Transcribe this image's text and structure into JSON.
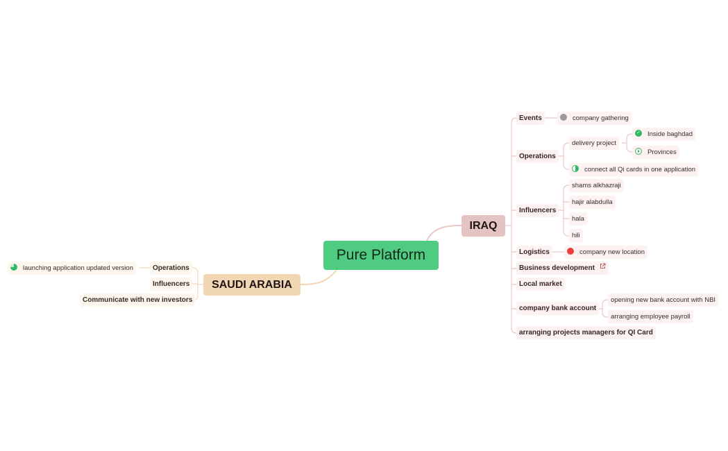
{
  "root": {
    "label": "Pure Platform"
  },
  "colors": {
    "root": "#4fcc82",
    "iraq": "#e3c4c3",
    "saudi": "#f2d7b5",
    "iraq_line": "#e8c7c6",
    "saudi_line": "#f3d8b6"
  },
  "iraq": {
    "label": "IRAQ",
    "events": {
      "label": "Events",
      "items": [
        {
          "label": "company gathering",
          "marker": "gray-dot-icon"
        }
      ]
    },
    "operations": {
      "label": "Operations",
      "delivery": {
        "label": "delivery project",
        "items": [
          {
            "label": "Inside baghdad",
            "marker": "check-icon"
          },
          {
            "label": "Provinces",
            "marker": "play-icon"
          }
        ]
      },
      "connect": {
        "label": "connect all Qi cards in one application",
        "marker": "half-progress-icon"
      }
    },
    "influencers": {
      "label": "Influencers",
      "items": [
        "shams alkhazraji",
        "hajir alabdulla",
        "hala",
        "hili"
      ]
    },
    "logistics": {
      "label": "Logistics",
      "items": [
        {
          "label": "company new location",
          "marker": "red-dot-icon"
        }
      ]
    },
    "business": {
      "label": "Business development",
      "icon": "external-link-icon"
    },
    "local_market": {
      "label": "Local market"
    },
    "bank": {
      "label": "company bank account",
      "items": [
        "opening new bank account with NBI",
        "arranging employee payroll"
      ]
    },
    "projects": {
      "label": "arranging projects managers for QI Card"
    }
  },
  "saudi": {
    "label": "SAUDI ARABIA",
    "operations": {
      "label": "Operations",
      "items": [
        {
          "label": "launching application updated version",
          "marker": "three-quarter-progress-icon"
        }
      ]
    },
    "influencers": {
      "label": "Influencers"
    },
    "investors": {
      "label": "Communicate with new investors"
    }
  }
}
